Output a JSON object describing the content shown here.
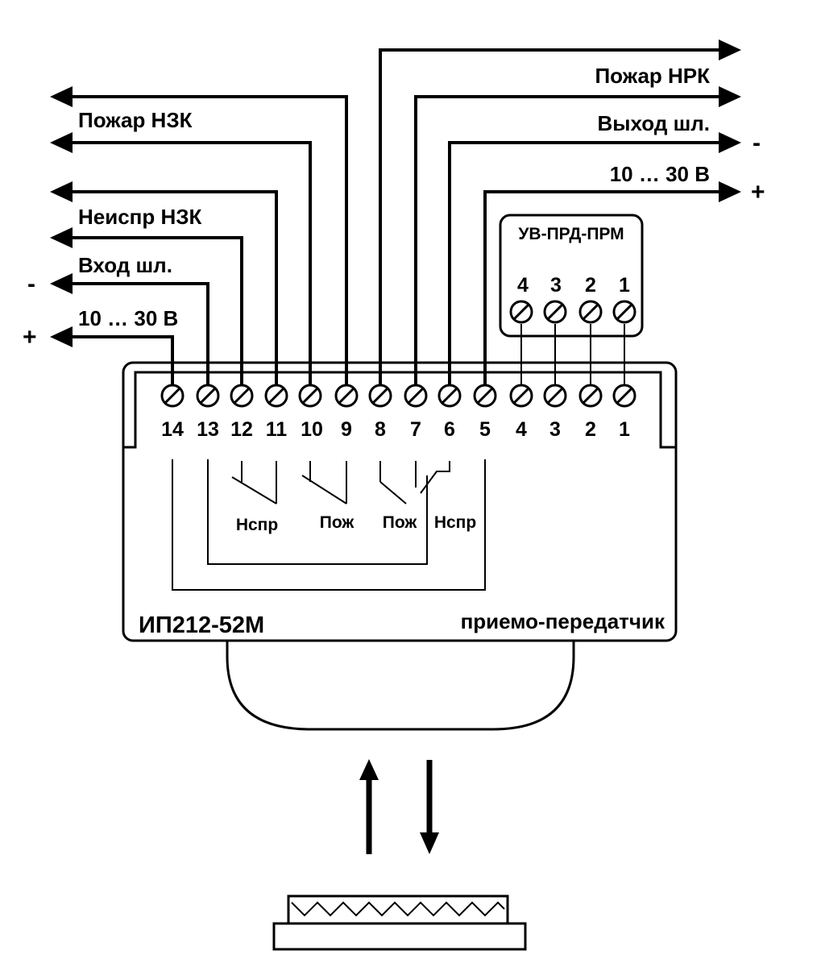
{
  "device": {
    "model": "ИП212-52М",
    "type": "приемо-передатчик"
  },
  "terminals": [
    "14",
    "13",
    "12",
    "11",
    "10",
    "9",
    "8",
    "7",
    "6",
    "5",
    "4",
    "3",
    "2",
    "1"
  ],
  "connector": {
    "title": "УВ-ПРД-ПРМ",
    "terminals": [
      "4",
      "3",
      "2",
      "1"
    ]
  },
  "left_outputs": {
    "fire_nc": "Пожар НЗК",
    "fault_nc": "Неиспр НЗК",
    "loop_in": "Вход шл.",
    "power": "10 … 30 В",
    "minus": "-",
    "plus": "+"
  },
  "right_outputs": {
    "fire_no": "Пожар НРК",
    "loop_out": "Выход шл.",
    "power": "10 … 30 В",
    "minus": "-",
    "plus": "+"
  },
  "contacts": {
    "fault_1": "Нспр",
    "fire_1": "Пож",
    "fire_2": "Пож",
    "fault_2": "Нспр"
  }
}
